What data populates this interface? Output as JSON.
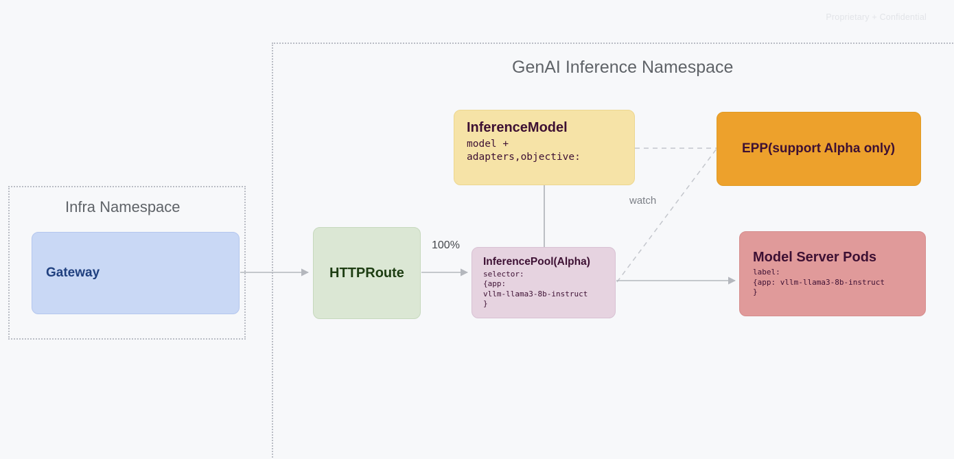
{
  "watermark": "Proprietary + Confidential",
  "namespaces": [
    {
      "id": "infra",
      "title": "Infra Namespace"
    },
    {
      "id": "genai",
      "title": "GenAI Inference Namespace"
    }
  ],
  "nodes": {
    "gateway": {
      "title": "Gateway",
      "color": "#c9d8f5",
      "text_color": "#20407f"
    },
    "httproute": {
      "title": "HTTPRoute",
      "color": "#dbe7d4",
      "text_color": "#1d3d12"
    },
    "inference_model": {
      "title": "InferenceModel",
      "body": "model +\nadapters,objective:",
      "color": "#f6e3a7",
      "text_color": "#3d1033"
    },
    "inference_pool": {
      "title": "InferencePool(Alpha)",
      "body": "selector:\n{app:\nvllm-llama3-8b-instruct\n}",
      "color": "#e6d3e0",
      "text_color": "#3d1033"
    },
    "epp": {
      "title": "EPP(support Alpha only)",
      "color": "#eda12c",
      "text_color": "#3d1033"
    },
    "model_server_pods": {
      "title": "Model Server Pods",
      "body": "label:\n{app: vllm-llama3-8b-instruct\n}",
      "color": "#e09a9a",
      "text_color": "#3d1033"
    }
  },
  "edges": {
    "gateway_to_httproute": {
      "label": "",
      "style": "solid"
    },
    "httproute_to_pool": {
      "label": "100%",
      "style": "solid"
    },
    "model_to_pool": {
      "label": "",
      "style": "solid"
    },
    "model_to_epp": {
      "label": "",
      "style": "dashed"
    },
    "pool_to_epp": {
      "label": "watch",
      "style": "dashed"
    },
    "pool_to_pods": {
      "label": "",
      "style": "solid"
    }
  },
  "edge_labels": {
    "percent": "100%",
    "watch": "watch"
  },
  "colors": {
    "background": "#f7f8fa",
    "edge": "#b4b7bd",
    "namespace_border": "#b9bcc4",
    "namespace_title": "#5f6368"
  }
}
